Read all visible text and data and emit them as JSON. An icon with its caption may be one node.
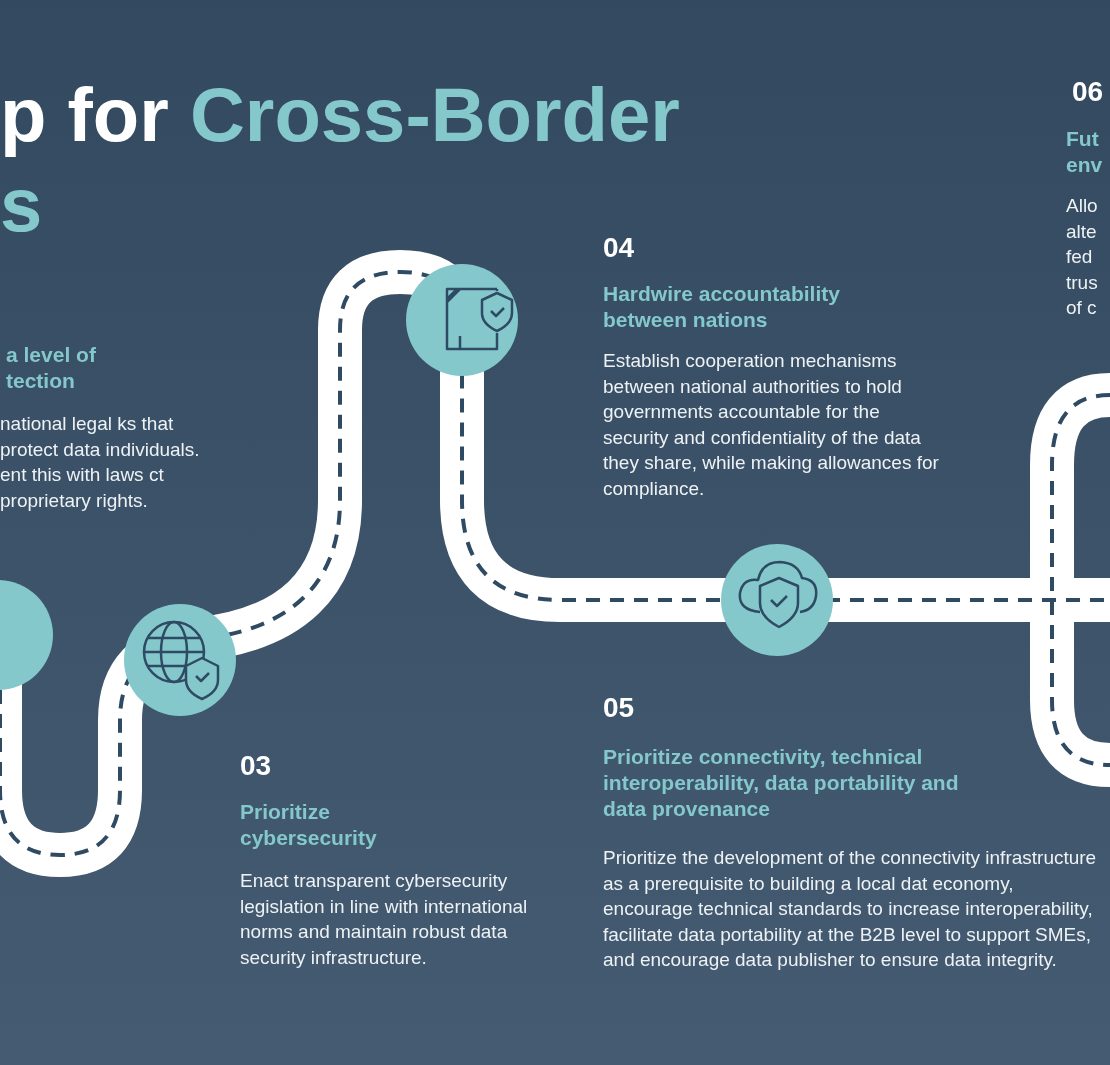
{
  "diagram": {
    "title": "p for Cross-Border s",
    "labels": [
      "06",
      "Fut env",
      "Allo alte fed trus of c",
      "a level of tection",
      "national legal ks that protect data individuals. ent this with laws ct proprietary rights.",
      "04",
      "Hardwire accountability between nations",
      "Establish cooperation mechanisms between national authorities to hold governments accountable for the security and confidentiality of the data they share, while making allowances for compliance.",
      "05",
      "Prioritize connectivity, technical interoperability, data portability and data provenance",
      "Prioritize the development of the connectivity infrastructure as a prerequisite to building a local dat economy, encourage technical standards to increase interoperability, facilitate data portability at the B2B level to support SMEs, and encourage data publisher to ensure data integrity.",
      "03",
      "Prioritize cybersecurity",
      "Enact transparent cybersecurity legislation in line with international norms and maintain robust data security infrastructure."
    ]
  }
}
